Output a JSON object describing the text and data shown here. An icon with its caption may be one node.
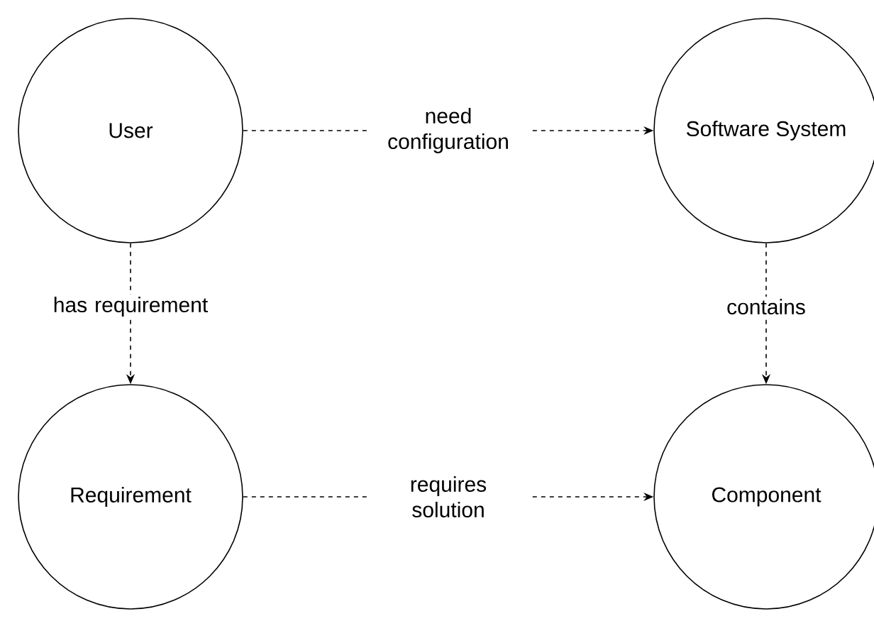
{
  "diagram": {
    "nodes": [
      {
        "text": [
          "User"
        ]
      },
      {
        "text": [
          "Software System"
        ]
      },
      {
        "text": [
          "Requirement"
        ]
      },
      {
        "text": [
          "Component"
        ]
      }
    ],
    "edges": [
      {
        "from": 0,
        "to": 1,
        "arrow": "to",
        "style": "dashed",
        "label": "need configuration"
      },
      {
        "from": 0,
        "to": 2,
        "arrow": "to",
        "style": "dashed",
        "label": "has requirement"
      },
      {
        "from": 1,
        "to": 3,
        "arrow": "to",
        "style": "dashed",
        "label": "contains"
      },
      {
        "from": 2,
        "to": 3,
        "arrow": "to",
        "style": "dashed",
        "label": "requires solution"
      }
    ]
  }
}
